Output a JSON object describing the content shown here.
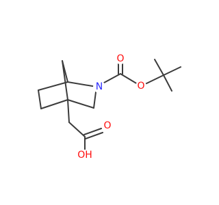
{
  "atom_labels": {
    "n_ring": "N",
    "o_carbonyl_boc": "O",
    "o_ester": "O",
    "o_carbonyl_acid": "O",
    "o_hydroxyl": "OH"
  },
  "colors": {
    "bond": "#3b3b3b",
    "nitrogen": "#2a2aff",
    "oxygen": "#ff0d0d"
  }
}
